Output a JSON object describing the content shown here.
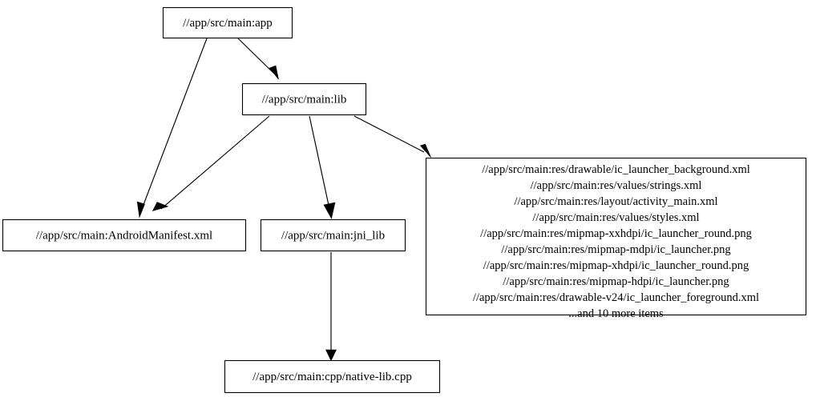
{
  "graph": {
    "type": "directed-dependency-graph",
    "background_color": "#ffffff",
    "edge_color": "#000000",
    "node_border_color": "#000000",
    "node_fill_color": "#ffffff",
    "text_color": "#000000",
    "nodes": [
      {
        "id": "app",
        "label": "//app/src/main:app"
      },
      {
        "id": "lib",
        "label": "//app/src/main:lib"
      },
      {
        "id": "manifest",
        "label": "//app/src/main:AndroidManifest.xml"
      },
      {
        "id": "jni_lib",
        "label": "//app/src/main:jni_lib"
      },
      {
        "id": "native_lib",
        "label": "//app/src/main:cpp/native-lib.cpp"
      }
    ],
    "resources_node": {
      "id": "resources",
      "lines": [
        "//app/src/main:res/drawable/ic_launcher_background.xml",
        "//app/src/main:res/values/strings.xml",
        "//app/src/main:res/layout/activity_main.xml",
        "//app/src/main:res/values/styles.xml",
        "//app/src/main:res/mipmap-xxhdpi/ic_launcher_round.png",
        "//app/src/main:res/mipmap-mdpi/ic_launcher.png",
        "//app/src/main:res/mipmap-xhdpi/ic_launcher_round.png",
        "//app/src/main:res/mipmap-hdpi/ic_launcher.png",
        "//app/src/main:res/drawable-v24/ic_launcher_foreground.xml",
        "...and 10 more items"
      ],
      "overflow_text": "...and 10 more items",
      "overflow_count": 10
    },
    "edges": [
      {
        "from": "app",
        "to": "lib"
      },
      {
        "from": "app",
        "to": "manifest"
      },
      {
        "from": "lib",
        "to": "manifest"
      },
      {
        "from": "lib",
        "to": "jni_lib"
      },
      {
        "from": "lib",
        "to": "resources"
      },
      {
        "from": "jni_lib",
        "to": "native_lib"
      }
    ]
  }
}
